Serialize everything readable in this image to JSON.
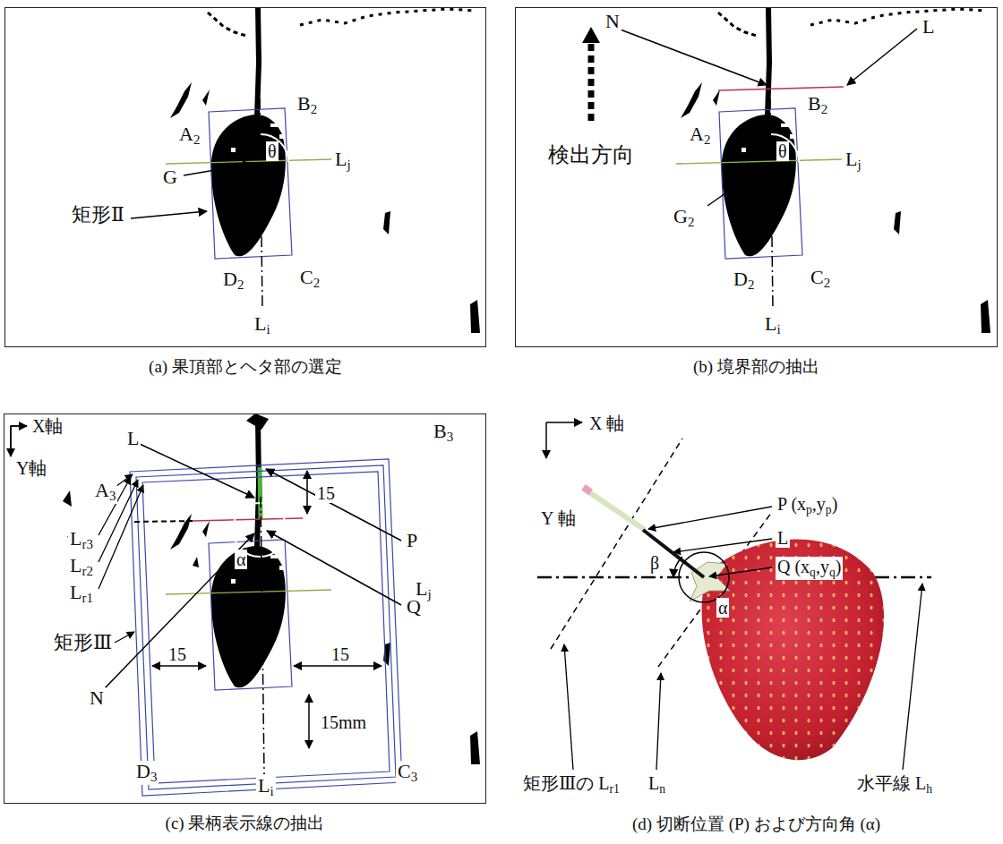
{
  "diagram": {
    "nodes": [
      {
        "text": [
          "(a) 果頂部とヘタ部の選定"
        ]
      },
      {
        "text": [
          "(b) 境界部の抽出"
        ]
      },
      {
        "text": [
          "(c) 果柄表示線の抽出"
        ]
      },
      {
        "text": [
          "(d) 切断位置 (P) および方向角 (α)"
        ]
      }
    ],
    "labels": [
      "A2",
      "B2",
      "θ",
      "Lj",
      "G",
      "矩形Ⅱ",
      "D2",
      "C2",
      "Li",
      "N",
      "L",
      "検出方向",
      "A2",
      "B2",
      "θ",
      "Lj",
      "G2",
      "D2",
      "C2",
      "Li",
      "X軸",
      "Y軸",
      "L",
      "B3",
      "A3",
      "15",
      "Lr3",
      "Lr2",
      "Lr1",
      "α",
      "Lj",
      "P",
      "Q",
      "矩形Ⅲ",
      "15",
      "15",
      "N",
      "15mm",
      "D3",
      "C3",
      "Li",
      "X 軸",
      "Y 軸",
      "P (xp,yp)",
      "L",
      "Q (xq,yq)",
      "β",
      "α",
      "矩形Ⅲの Lr1",
      "Ln",
      "水平線 Lh"
    ]
  }
}
